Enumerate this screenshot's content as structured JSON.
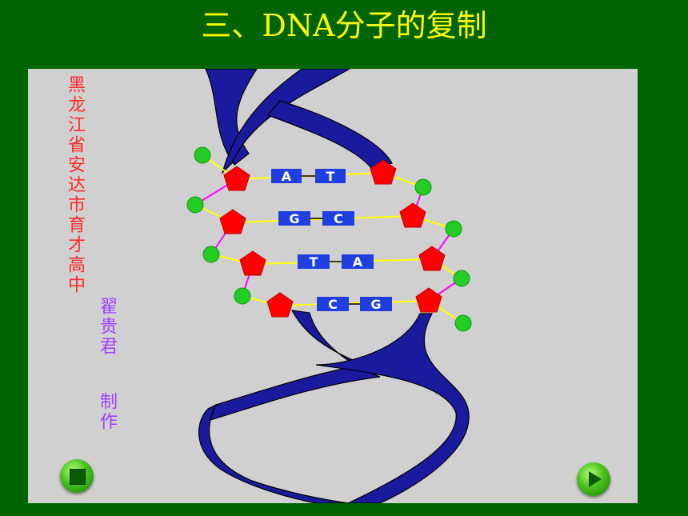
{
  "title": "三、DNA分子的复制",
  "side_text": {
    "school": "黑龙江省安达市育才高中",
    "author": "翟贵君",
    "maker": "制作"
  },
  "base_pairs": [
    {
      "left": "A",
      "right": "T"
    },
    {
      "left": "G",
      "right": "C"
    },
    {
      "left": "T",
      "right": "A"
    },
    {
      "left": "C",
      "right": "G"
    }
  ],
  "colors": {
    "background": "#006400",
    "title": "#ffff00",
    "panel": "#d0d0d0",
    "helix": "#1a1a9e",
    "base_box": "#1f3fe0",
    "phosphate": "#22cc22",
    "sugar": "#ff0000",
    "backbone_yellow": "#ffff00",
    "backbone_magenta": "#ff00ff"
  },
  "controls": {
    "stop_icon": "stop-icon",
    "play_icon": "play-icon"
  }
}
